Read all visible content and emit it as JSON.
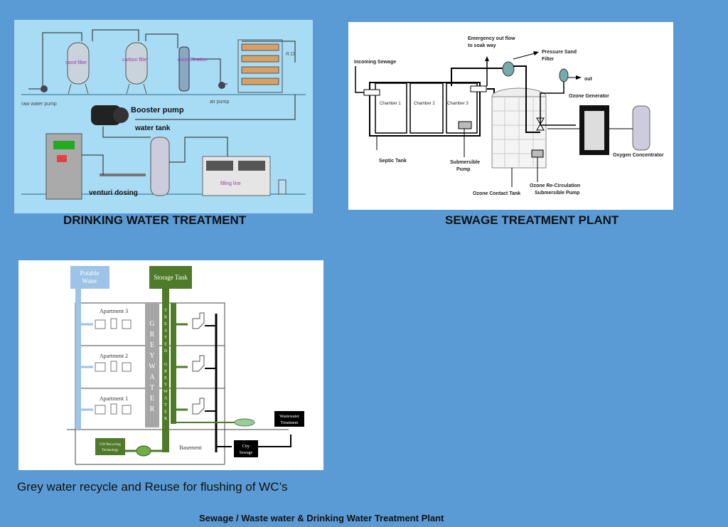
{
  "drinking": {
    "caption": "DRINKING WATER TREATMENT",
    "labels": {
      "sand_filter": "sand filter",
      "carbon_filter": "carbon filter",
      "microfiltration": "microfiltration",
      "ro": "R.O",
      "raw_water_pump": "raw water pump",
      "air_pump": "air pump",
      "booster_pump": "Booster pump",
      "water_tank": "water tank",
      "venturi_dosing": "venturi dosing",
      "filling_line": "filling line"
    }
  },
  "sewage": {
    "caption": "SEWAGE TREATMENT PLANT",
    "labels": {
      "incoming_sewage": "Incoming Sewage",
      "emergency_1": "Emergency out flow",
      "emergency_2": "to soak way",
      "pressure_sand_1": "Pressure Sand",
      "pressure_sand_2": "Filter",
      "out": "out",
      "ozone_generator": "Ozone Generator",
      "chamber1": "Chamber 1",
      "chamber2": "Chamber 2",
      "chamber3": "Chamber 3",
      "septic_tank": "Septic Tank",
      "submersible_1": "Submersible",
      "submersible_2": "Pump",
      "ozone_contact_tank": "Ozone Contact Tank",
      "recirc_1": "Ozone Re-Circulation",
      "recirc_2": "Submersible Pump",
      "oxygen_concentrator": "Oxygen Concentrator"
    }
  },
  "greywater": {
    "caption": "Grey water recycle and Reuse for flushing of WC’s",
    "labels": {
      "potable_1": "Potable",
      "potable_2": "Water",
      "storage_tank": "Storage Tank",
      "apartment3": "Apartment 3",
      "apartment2": "Apartment 2",
      "apartment1": "Apartment 1",
      "grey_water_letters": [
        "G",
        "R",
        "E",
        "Y",
        "W",
        "A",
        "T",
        "E",
        "R"
      ],
      "treated_letters": [
        "T",
        "R",
        "E",
        "A",
        "T",
        "E",
        "D",
        " ",
        "G",
        "R",
        "E",
        "Y",
        "W",
        "A",
        "T",
        "E",
        "R"
      ],
      "wastewater_1": "Wastewater",
      "wastewater_2": "Treatment",
      "gw_1": "GW Recycling",
      "gw_2": "Technology",
      "basement": "Basement",
      "city_1": "City",
      "city_2": "Sewage"
    }
  },
  "footer_title": "Sewage / Waste water & Drinking Water Treatment Plant",
  "colors": {
    "background": "#5b9bd5",
    "drinking_panel": "#a8dcf5",
    "grey_bar": "#a6a6a6",
    "green": "#4f7a2a",
    "potable_blue": "#9dc3e6"
  }
}
